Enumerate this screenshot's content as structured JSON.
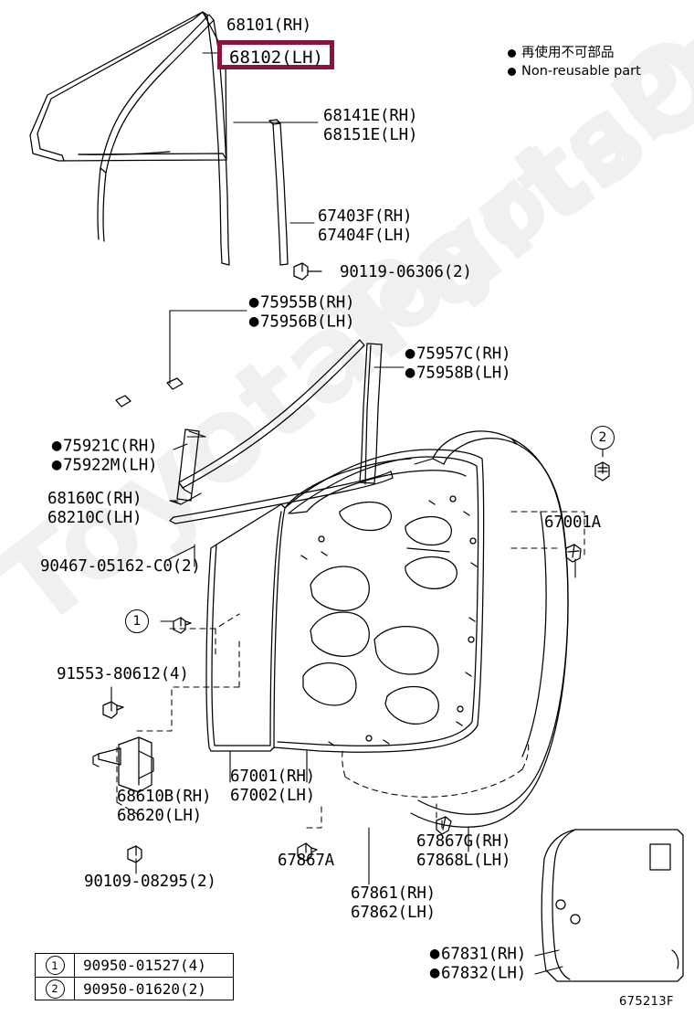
{
  "diagram": {
    "code": "675213F",
    "watermark": "ToyotaPartsOnline.ru"
  },
  "legend": {
    "japanese": "再使用不可部品",
    "english": "Non-reusable part"
  },
  "highlight": {
    "part": "68102(LH)",
    "color": "#8B1538"
  },
  "labels": {
    "glass_rh": "68101(RH)",
    "run_rh": "68141E(RH)",
    "run_lh": "68151E(LH)",
    "div_bar_rh": "67403F(RH)",
    "div_bar_lh": "67404F(LH)",
    "screw_90119": "90119-06306(2)",
    "moulding_75955b_rh": "75955B(RH)",
    "moulding_75956b_lh": "75956B(LH)",
    "moulding_75957c_rh": "75957C(RH)",
    "moulding_75958b_lh": "75958B(LH)",
    "moulding_75921c_rh": "75921C(RH)",
    "moulding_75922m_lh": "75922M(LH)",
    "belt_68160c_rh": "68160C(RH)",
    "belt_68210c_lh": "68210C(LH)",
    "bolt_90467": "90467-05162-C0(2)",
    "bolt_91553": "91553-80612(4)",
    "check_68610b_rh": "68610B(RH)",
    "check_68620_lh": "68620(LH)",
    "screw_90109": "90109-08295(2)",
    "panel_67001_rh": "67001(RH)",
    "panel_67002_lh": "67002(LH)",
    "panel_67001a": "67001A",
    "clip_67867a": "67867A",
    "weather_67867g_rh": "67867G(RH)",
    "weather_67868l_lh": "67868L(LH)",
    "weather_67861_rh": "67861(RH)",
    "weather_67862_lh": "67862(LH)",
    "cover_67831_rh": "67831(RH)",
    "cover_67832_lh": "67832(LH)"
  },
  "callouts": {
    "one": "1",
    "two": "2"
  },
  "table": {
    "rows": [
      {
        "num": "1",
        "part": "90950-01527(4)"
      },
      {
        "num": "2",
        "part": "90950-01620(2)"
      }
    ]
  }
}
